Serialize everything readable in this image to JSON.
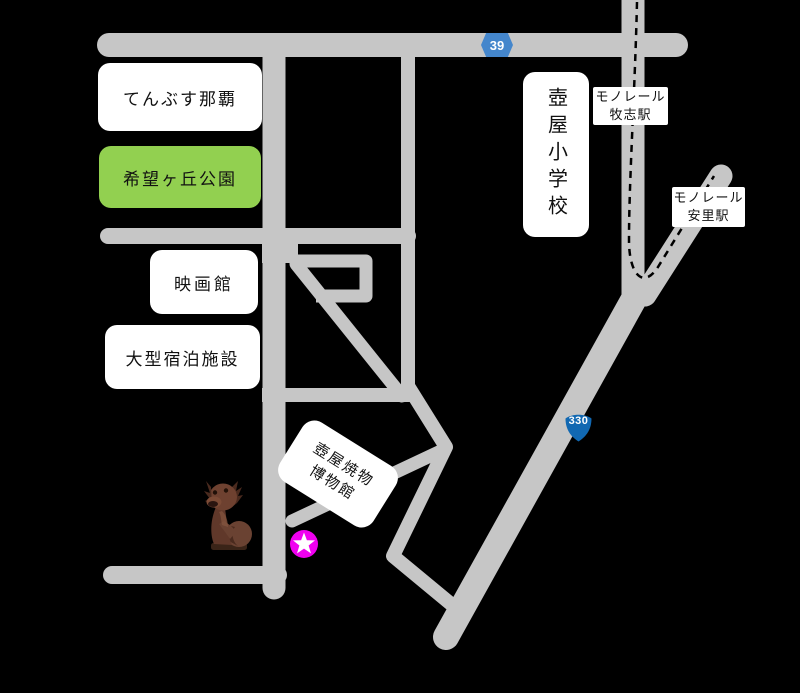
{
  "map": {
    "background_color": "#000000",
    "road_color": "#c6c6c6",
    "monorail_line_color": "#000000",
    "labels": {
      "tenbusu": {
        "text": "てんぶす那覇",
        "bg": "#ffffff"
      },
      "park": {
        "text": "希望ヶ丘公園",
        "bg": "#92d050"
      },
      "cinema": {
        "text": "映画館",
        "bg": "#ffffff"
      },
      "hotel": {
        "text": "大型宿泊施設",
        "bg": "#ffffff"
      },
      "school": {
        "text": "壺屋小学校",
        "bg": "#ffffff"
      },
      "makishi_station": {
        "line1": "モノレール",
        "line2": "牧志駅",
        "bg": "#ffffff"
      },
      "asato_station": {
        "line1": "モノレール",
        "line2": "安里駅",
        "bg": "#ffffff"
      },
      "museum": {
        "line1": "壺屋焼物",
        "line2": "博物館",
        "bg": "#ffffff"
      }
    },
    "route_badges": {
      "route39": {
        "number": "39",
        "color": "#4486cc",
        "shape": "hexagon"
      },
      "route330": {
        "number": "330",
        "color": "#1168b2",
        "shape": "shield"
      }
    },
    "markers": {
      "star": {
        "fill": "#f000f0",
        "star_color": "#ffffff"
      },
      "shisa_statue": {
        "icon": "shisa-statue-photo"
      }
    }
  }
}
